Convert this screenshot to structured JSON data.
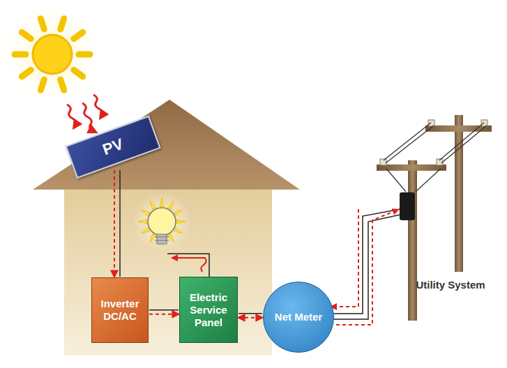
{
  "diagram": {
    "nodes": [
      {
        "text": [
          "PV"
        ]
      },
      {
        "text": [
          "Inverter DC/AC"
        ]
      },
      {
        "text": [
          "Electric Service Panel"
        ]
      },
      {
        "text": [
          "Net Meter"
        ]
      }
    ],
    "edges": [
      {
        "from": 0,
        "to": 1,
        "arrow": "to"
      },
      {
        "from": 1,
        "to": 2,
        "arrow": "to"
      },
      {
        "from": 2,
        "to": 3,
        "arrow": "both"
      }
    ],
    "labels": [
      "Utility System"
    ]
  }
}
